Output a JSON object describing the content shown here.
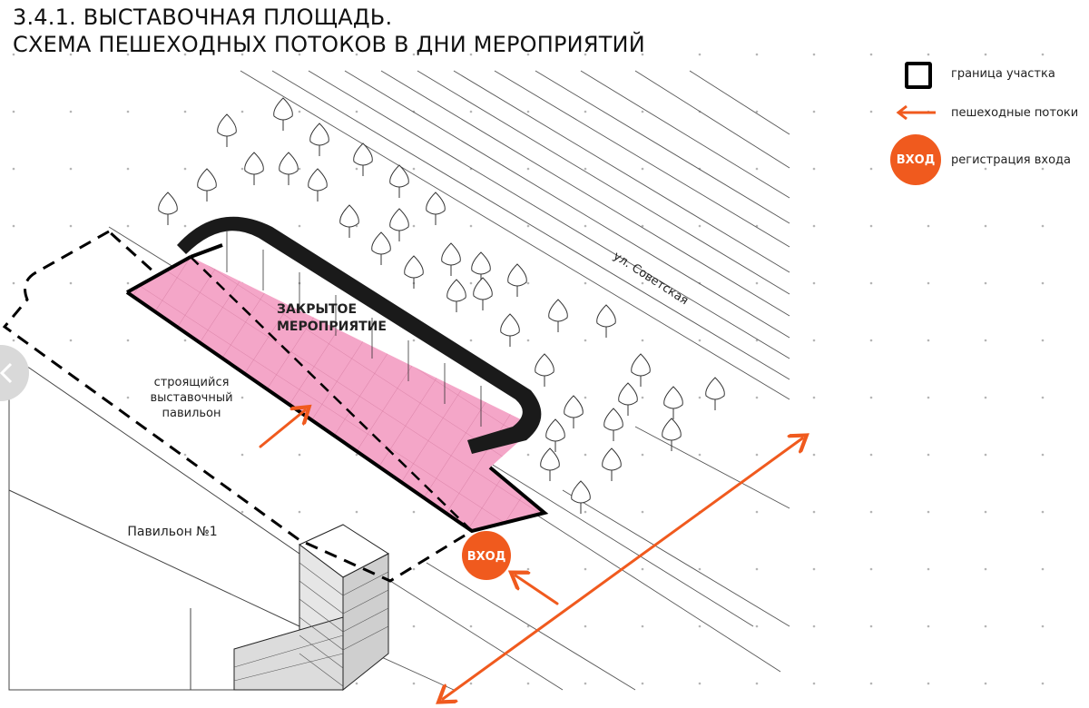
{
  "title": {
    "line1": "3.4.1. ВЫСТАВОЧНАЯ ПЛОЩАДЬ.",
    "line2": "СХЕМА ПЕШЕХОДНЫХ ПОТОКОВ В ДНИ МЕРОПРИЯТИЙ"
  },
  "legend": {
    "boundary": "граница участка",
    "flows": "пешеходные потоки",
    "registration": "регистрация входа",
    "entry_badge": "ВХОД"
  },
  "map": {
    "closed_event_line1": "ЗАКРЫТОЕ",
    "closed_event_line2": "МЕРОПРИЯТИЕ",
    "pavilion_construction_line1": "строящийся",
    "pavilion_construction_line2": "выставочный",
    "pavilion_construction_line3": "павильон",
    "pavilion_1": "Павильон №1",
    "street": "ул. Советская",
    "entry": "ВХОД"
  },
  "colors": {
    "accent": "#f05a1e",
    "event_zone": "#f4a6c8",
    "boundary": "#000000"
  },
  "icons": {
    "nav": "chevron-left-icon",
    "tree": "tree-icon"
  }
}
